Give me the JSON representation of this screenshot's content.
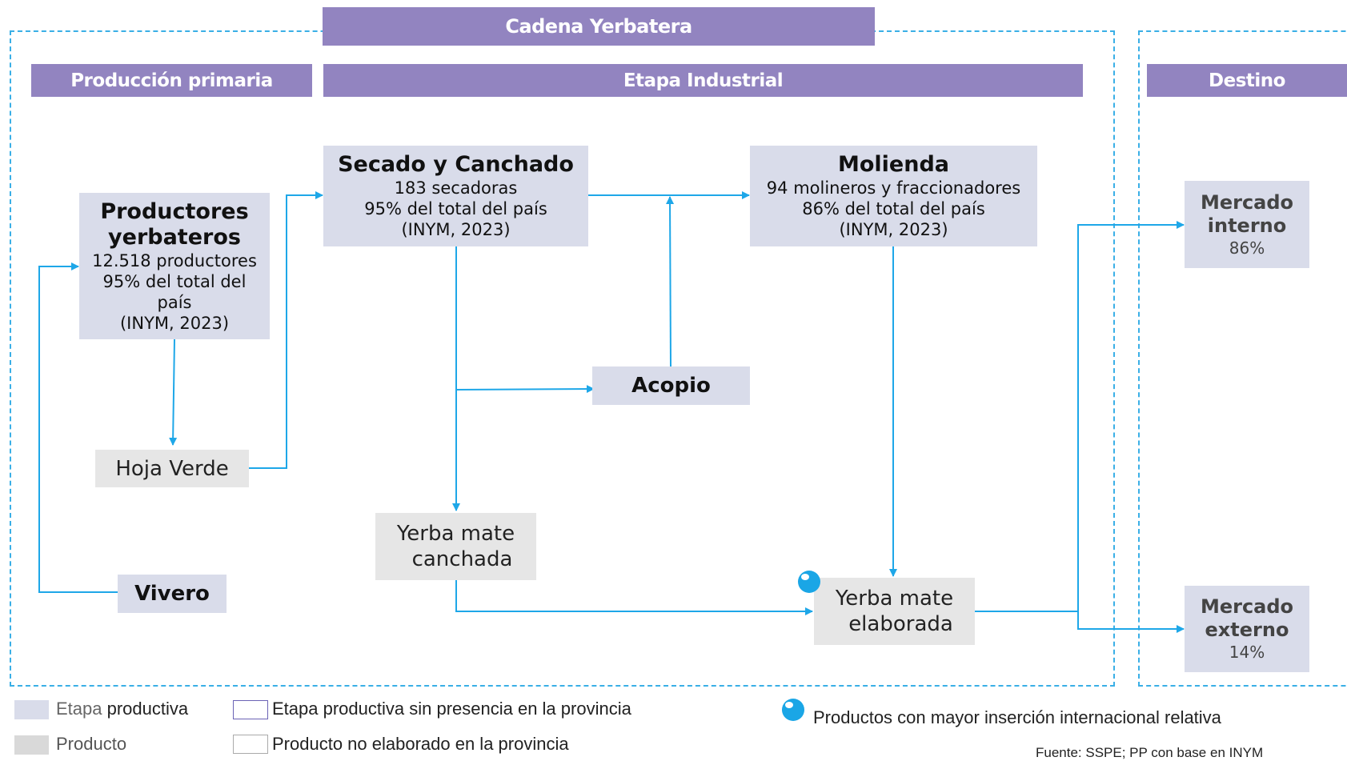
{
  "header": {
    "title": "Cadena Yerbatera"
  },
  "sections": {
    "primary": "Producción primaria",
    "industrial": "Etapa Industrial",
    "destination": "Destino"
  },
  "nodes": {
    "productores": {
      "title_line1": "Productores",
      "title_line2": "yerbateros",
      "line1": "12.518 productores",
      "line2": "95% del total del",
      "line3": "país",
      "line4": "(INYM, 2023)"
    },
    "hoja_verde": {
      "label": "Hoja Verde"
    },
    "vivero": {
      "label": "Vivero"
    },
    "secado": {
      "title": "Secado y Canchado",
      "line1": "183 secadoras",
      "line2": "95% del total del país",
      "line3": "(INYM, 2023)"
    },
    "molienda": {
      "title": "Molienda",
      "line1": "94 molineros y fraccionadores",
      "line2": "86% del total del país",
      "line3": "(INYM, 2023)"
    },
    "acopio": {
      "label": "Acopio"
    },
    "yerba_canchada": {
      "line1": "Yerba mate",
      "line2": "canchada"
    },
    "yerba_elaborada": {
      "line1": "Yerba mate",
      "line2": "elaborada"
    },
    "mercado_interno": {
      "line1": "Mercado",
      "line2": "interno",
      "value": "86%"
    },
    "mercado_externo": {
      "line1": "Mercado",
      "line2": "externo",
      "value": "14%"
    }
  },
  "legend": {
    "etapa_word": "Etapa",
    "productiva_word": " productiva",
    "producto": "Producto",
    "etapa_sin_presencia": "Etapa productiva sin presencia en la provincia",
    "producto_no_elaborado": "Producto no elaborado en la provincia",
    "insercion": "Productos con mayor inserción internacional relativa"
  },
  "source": "Fuente: SSPE; PP con base en INYM",
  "colors": {
    "banner": "#9284c0",
    "stage": "#d9dcea",
    "product": "#e6e6e6",
    "arrow": "#1ea7e8",
    "dashed": "#3aafe6"
  }
}
